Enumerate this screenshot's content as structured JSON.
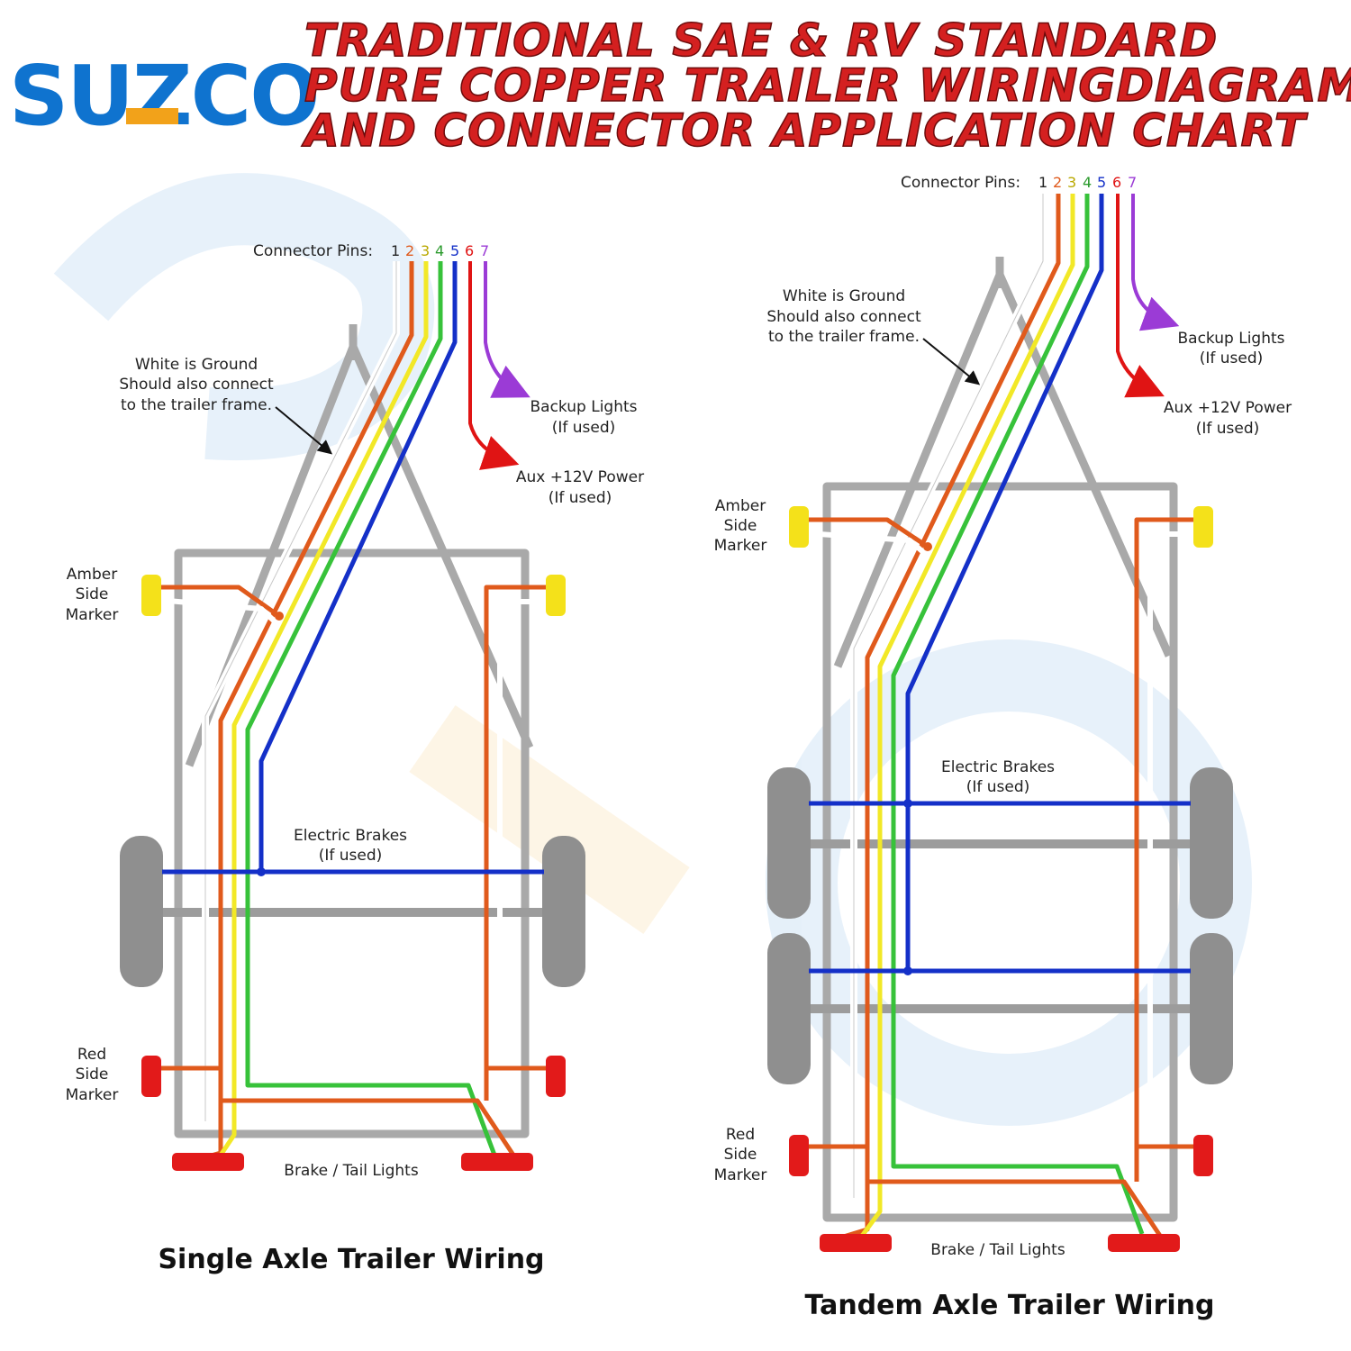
{
  "brand": {
    "logo": "SUZCO"
  },
  "header": {
    "title_line1": "TRADITIONAL SAE & RV STANDARD",
    "title_line2": "PURE COPPER TRAILER WIRINGDIAGRAM",
    "title_line3": "AND CONNECTOR APPLICATION CHART"
  },
  "colors": {
    "accent_red": "#d42020",
    "brand_blue": "#0f73cf",
    "wire_white": "#ffffff",
    "wire_orange": "#e05a1c",
    "wire_yellow": "#f2e827",
    "wire_green": "#37c23a",
    "wire_blue": "#1430c8",
    "wire_red": "#e01414",
    "wire_purple": "#9b3bd6",
    "frame_gray": "#a9a9a9",
    "marker_amber": "#f4e11a",
    "marker_red": "#e21a1a"
  },
  "pins": {
    "label": "Connector Pins:",
    "numbers": [
      "1",
      "2",
      "3",
      "4",
      "5",
      "6",
      "7"
    ]
  },
  "single": {
    "ground_note": [
      "White is Ground",
      "Should also connect",
      "to the trailer frame."
    ],
    "backup_lights": [
      "Backup Lights",
      "(If used)"
    ],
    "aux_power": [
      "Aux +12V Power",
      "(If used)"
    ],
    "amber_marker": [
      "Amber",
      "Side",
      "Marker"
    ],
    "electric_brakes": [
      "Electric Brakes",
      "(If used)"
    ],
    "red_marker": [
      "Red",
      "Side",
      "Marker"
    ],
    "brake_tail": "Brake / Tail Lights",
    "caption": "Single Axle Trailer Wiring"
  },
  "tandem": {
    "ground_note": [
      "White is Ground",
      "Should also connect",
      "to the trailer frame."
    ],
    "backup_lights": [
      "Backup Lights",
      "(If used)"
    ],
    "aux_power": [
      "Aux +12V Power",
      "(If used)"
    ],
    "amber_marker": [
      "Amber",
      "Side",
      "Marker"
    ],
    "electric_brakes": [
      "Electric Brakes",
      "(If used)"
    ],
    "red_marker": [
      "Red",
      "Side",
      "Marker"
    ],
    "brake_tail": "Brake / Tail Lights",
    "caption": "Tandem Axle Trailer Wiring"
  }
}
